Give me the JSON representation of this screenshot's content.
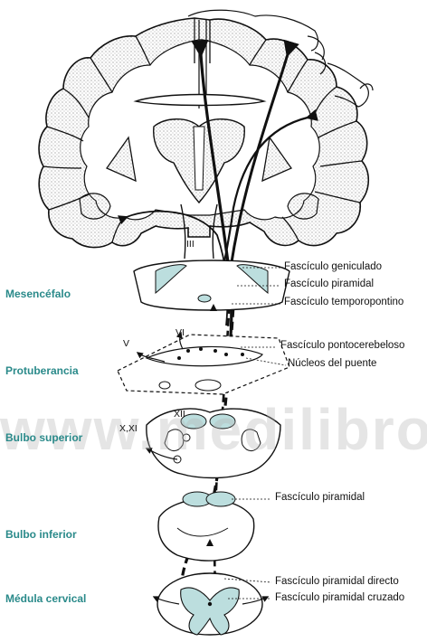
{
  "regions": {
    "mesencephalon": "Mesencéfalo",
    "pons": "Protuberancia",
    "upper_medulla": "Bulbo superior",
    "lower_medulla": "Bulbo inferior",
    "cervical_cord": "Médula cervical"
  },
  "tracts": {
    "geniculate": "Fascículo geniculado",
    "pyramidal_top": "Fascículo piramidal",
    "temporopontine": "Fascículo temporopontino",
    "pontocerebellar": "Fascículo pontocerebeloso",
    "pontine_nuclei": "Núcleos del puente",
    "pyramidal_mid": "Fascículo piramidal",
    "pyramidal_direct": "Fascículo piramidal directo",
    "pyramidal_crossed": "Fascículo piramidal cruzado"
  },
  "nerves": {
    "III": "III",
    "VI": "VI",
    "V": "V",
    "XII": "XII",
    "X_XI": "X,XI"
  },
  "watermark": "www.medilibros.com",
  "colors": {
    "teal_fill": "#bcdede",
    "label_teal": "#2a8a8a",
    "line": "#111111"
  }
}
